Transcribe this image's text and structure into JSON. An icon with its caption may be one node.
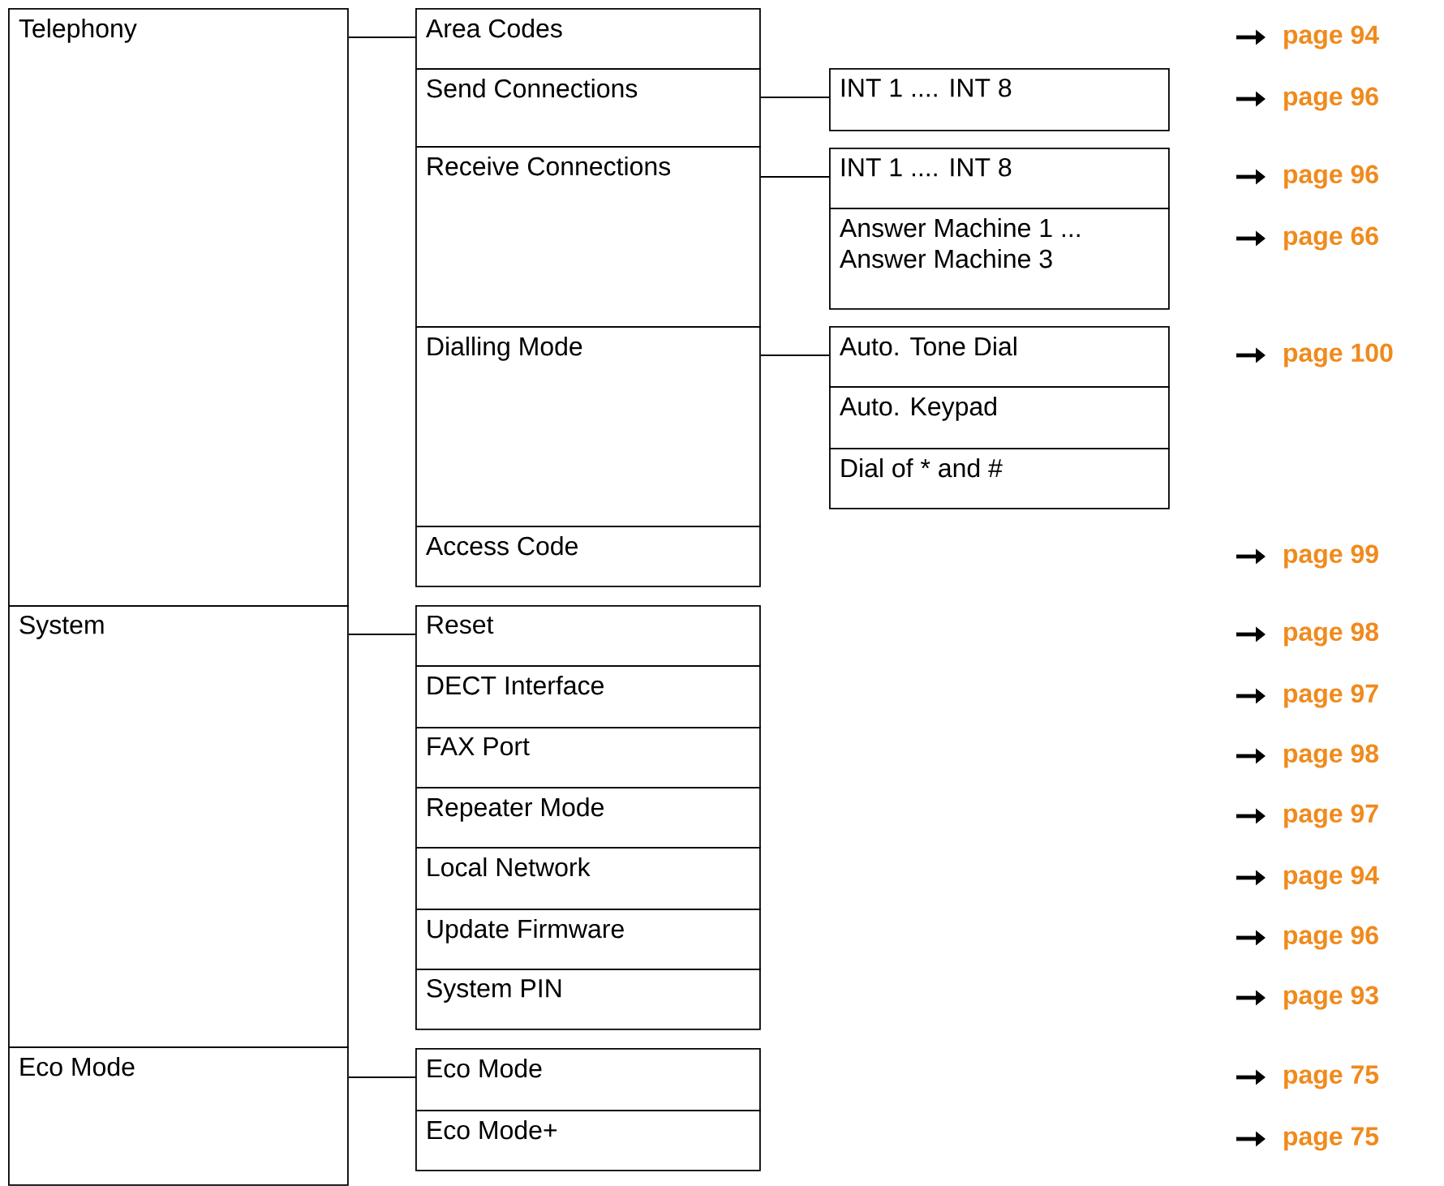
{
  "diagram": {
    "nodes": [
      {
        "text": [
          "Telephony"
        ]
      },
      {
        "text": [
          "Area Codes"
        ]
      },
      {
        "text": [
          "Send Connections"
        ]
      },
      {
        "text": [
          "INT 1 .... INT 8"
        ]
      },
      {
        "text": [
          "Receive Connections"
        ]
      },
      {
        "text": [
          "INT 1 .... INT 8"
        ]
      },
      {
        "text": [
          "Answer Machine 1 ... Answer Machine 3"
        ]
      },
      {
        "text": [
          "Dialling Mode"
        ]
      },
      {
        "text": [
          "Auto. Tone Dial"
        ]
      },
      {
        "text": [
          "Auto. Keypad"
        ]
      },
      {
        "text": [
          "Dial of * and #"
        ]
      },
      {
        "text": [
          "Access Code"
        ]
      },
      {
        "text": [
          "System"
        ]
      },
      {
        "text": [
          "Reset"
        ]
      },
      {
        "text": [
          "DECT Interface"
        ]
      },
      {
        "text": [
          "FAX Port"
        ]
      },
      {
        "text": [
          "Repeater Mode"
        ]
      },
      {
        "text": [
          "Local Network"
        ]
      },
      {
        "text": [
          "Update Firmware"
        ]
      },
      {
        "text": [
          "System PIN"
        ]
      },
      {
        "text": [
          "Eco Mode"
        ]
      },
      {
        "text": [
          "Eco Mode"
        ]
      },
      {
        "text": [
          "Eco Mode+"
        ]
      }
    ],
    "edges": [
      {
        "from": 0,
        "to": 1,
        "arrow": "none"
      },
      {
        "from": 2,
        "to": 3,
        "arrow": "none"
      },
      {
        "from": 4,
        "to": 5,
        "arrow": "none"
      },
      {
        "from": 7,
        "to": 8,
        "arrow": "none"
      },
      {
        "from": 12,
        "to": 13,
        "arrow": "none"
      },
      {
        "from": 20,
        "to": 21,
        "arrow": "none"
      }
    ],
    "labels": [
      "page 94",
      "page 96",
      "page 96",
      "page 66",
      "page 100",
      "page 99",
      "page 98",
      "page 97",
      "page 98",
      "page 97",
      "page 94",
      "page 96",
      "page 93",
      "page 75",
      "page 75"
    ]
  }
}
